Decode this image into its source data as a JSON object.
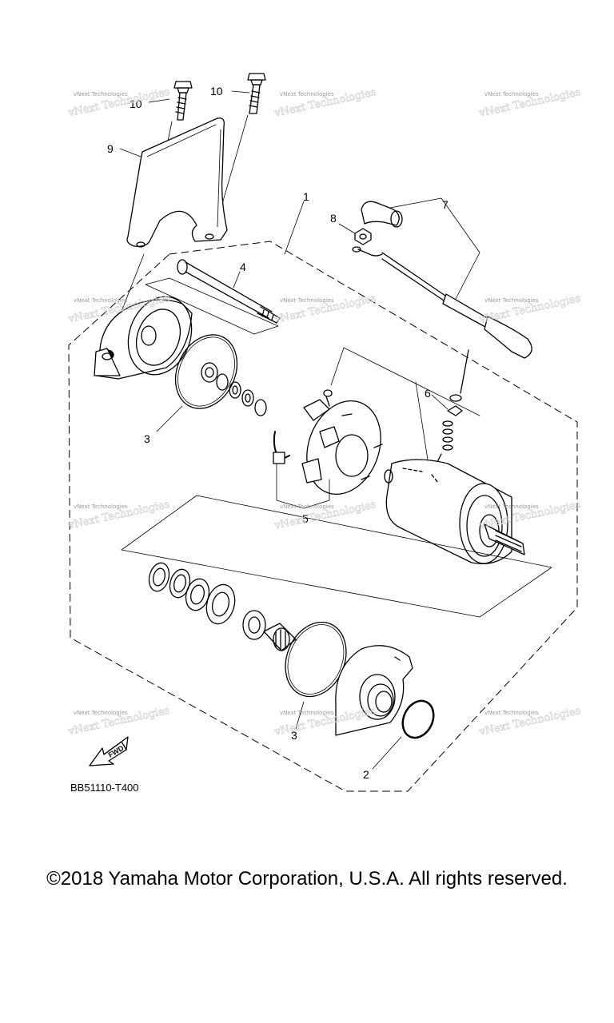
{
  "callouts": {
    "c1": "1",
    "c2": "2",
    "c3a": "3",
    "c3b": "3",
    "c4": "4",
    "c5": "5",
    "c6": "6",
    "c7": "7",
    "c8": "8",
    "c9": "9",
    "c10a": "10",
    "c10b": "10"
  },
  "watermark": {
    "text": "vNext Technologies"
  },
  "fwd_label": "FWD",
  "diagram_code": "BB51110-T400",
  "copyright": "©2018 Yamaha Motor Corporation, U.S.A. All rights reserved."
}
